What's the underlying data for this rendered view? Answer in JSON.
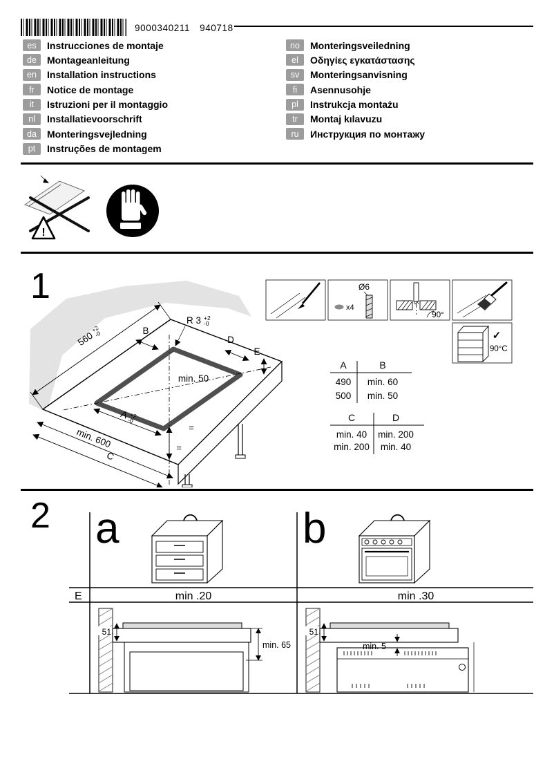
{
  "header": {
    "barcode_text": "9000340211",
    "order_code": "940718"
  },
  "languages": {
    "left": [
      {
        "code": "es",
        "label": "Instrucciones de montaje"
      },
      {
        "code": "de",
        "label": "Montageanleitung"
      },
      {
        "code": "en",
        "label": "Installation instructions"
      },
      {
        "code": "fr",
        "label": "Notice de montage"
      },
      {
        "code": "it",
        "label": "Istruzioni per il montaggio"
      },
      {
        "code": "nl",
        "label": "Installatievoorschrift"
      },
      {
        "code": "da",
        "label": "Monteringsvejledning"
      },
      {
        "code": "pt",
        "label": "Instruções de montagem"
      }
    ],
    "right": [
      {
        "code": "no",
        "label": "Monteringsveiledning"
      },
      {
        "code": "el",
        "label": "Οδηγίες εγκατάστασης"
      },
      {
        "code": "sv",
        "label": "Monteringsanvisning"
      },
      {
        "code": "fi",
        "label": "Asennusohje"
      },
      {
        "code": "pl",
        "label": "Instrukcja montażu"
      },
      {
        "code": "tr",
        "label": "Montaj kılavuzu"
      },
      {
        "code": "ru",
        "label": "Инструкция по монтажу"
      }
    ]
  },
  "safety": {
    "warning_mark": "!"
  },
  "step1": {
    "number": "1",
    "labels": {
      "width": "560",
      "tol_plus": "+2",
      "tol_minus": "-0",
      "radius": "R 3",
      "b": "B",
      "d": "D",
      "e": "E",
      "min50": "min. 50",
      "a": "A",
      "min600": "min. 600",
      "c": "C",
      "equal": "="
    },
    "details": {
      "drill": "Ø6",
      "count": "x4",
      "angle": "90°",
      "check": "✓",
      "temp": "90°C"
    },
    "table_ab": {
      "header": [
        "A",
        "B"
      ],
      "rows": [
        [
          "490",
          "min. 60"
        ],
        [
          "500",
          "min. 50"
        ]
      ]
    },
    "table_cd": {
      "header": [
        "C",
        "D"
      ],
      "rows": [
        [
          "min. 40",
          "min. 200"
        ],
        [
          "min. 200",
          "min. 40"
        ]
      ]
    }
  },
  "step2": {
    "number": "2",
    "variant_a": "a",
    "variant_b": "b",
    "e": "E",
    "a_clearance": "min .20",
    "b_clearance": "min .30",
    "a_depth": "51",
    "a_below": "min. 65",
    "b_depth": "51",
    "b_gap": "min. 5"
  }
}
